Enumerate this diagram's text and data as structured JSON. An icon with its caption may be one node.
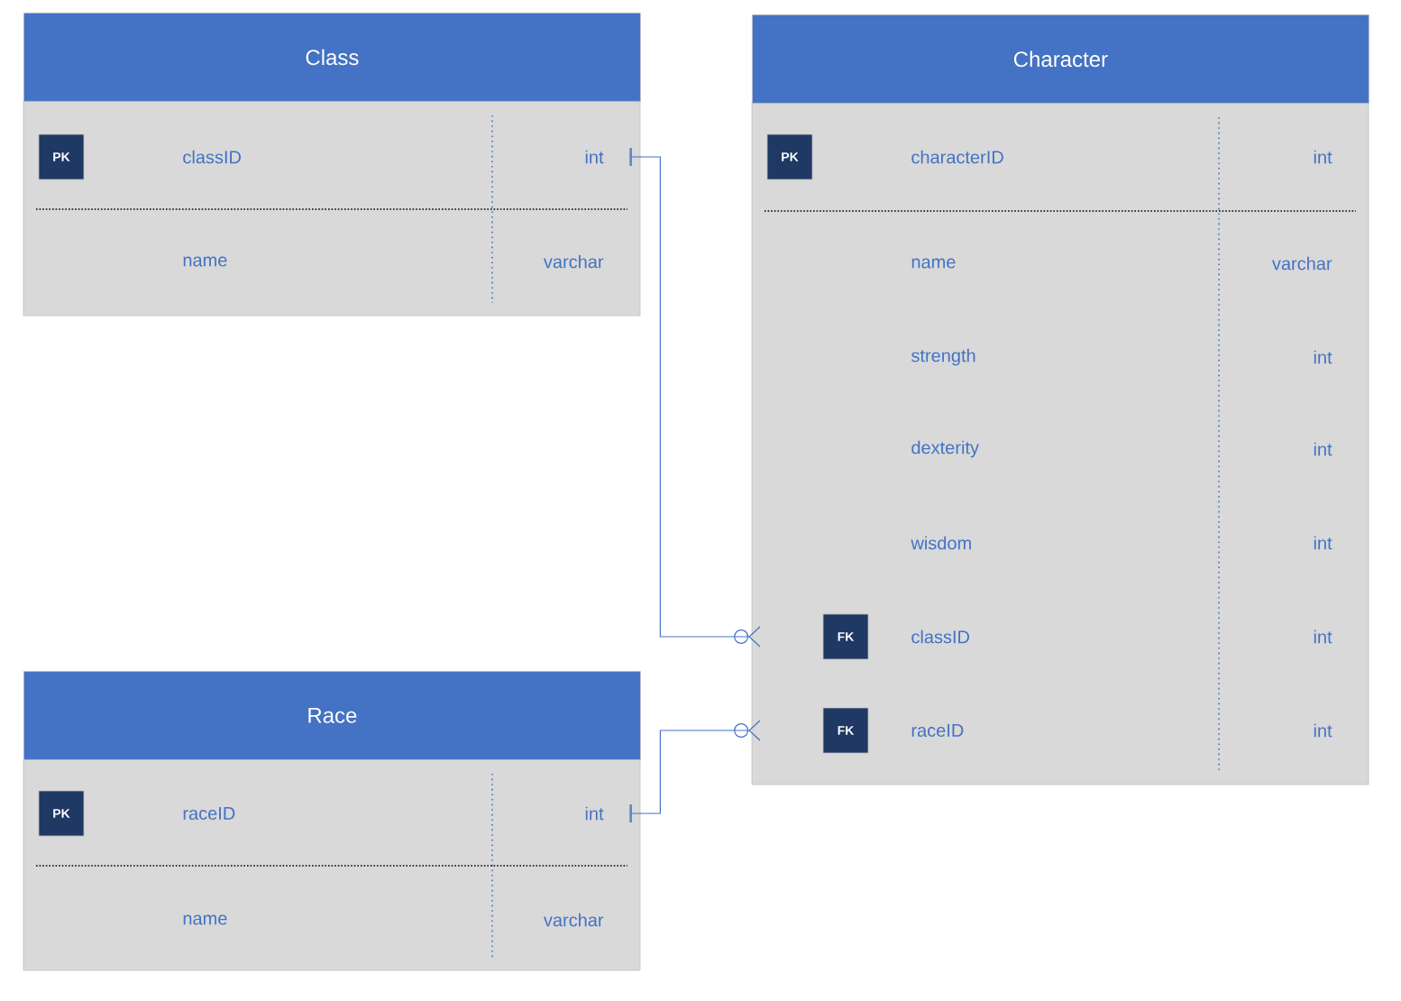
{
  "diagram": {
    "nodes": [
      {
        "text": [
          "Class"
        ]
      },
      {
        "text": [
          "PK",
          "classID",
          "int"
        ],
        "in": 0
      },
      {
        "text": [
          "name",
          "varchar"
        ],
        "in": 0
      },
      {
        "text": [
          "Character"
        ]
      },
      {
        "text": [
          "PK",
          "characterID",
          "int"
        ],
        "in": 3
      },
      {
        "text": [
          "name",
          "varchar"
        ],
        "in": 3
      },
      {
        "text": [
          "strength",
          "int"
        ],
        "in": 3
      },
      {
        "text": [
          "dexterity",
          "int"
        ],
        "in": 3
      },
      {
        "text": [
          "wisdom",
          "int"
        ],
        "in": 3
      },
      {
        "text": [
          "FK",
          "classID",
          "int"
        ],
        "in": 3
      },
      {
        "text": [
          "FK",
          "raceID",
          "int"
        ],
        "in": 3
      },
      {
        "text": [
          "Race"
        ]
      },
      {
        "text": [
          "PK",
          "raceID",
          "int"
        ],
        "in": 11
      },
      {
        "text": [
          "name",
          "varchar"
        ],
        "in": 11
      }
    ],
    "edges": [
      {
        "from": 1,
        "to": 9,
        "arrow": "other"
      },
      {
        "from": 12,
        "to": 10,
        "arrow": "other"
      }
    ]
  }
}
